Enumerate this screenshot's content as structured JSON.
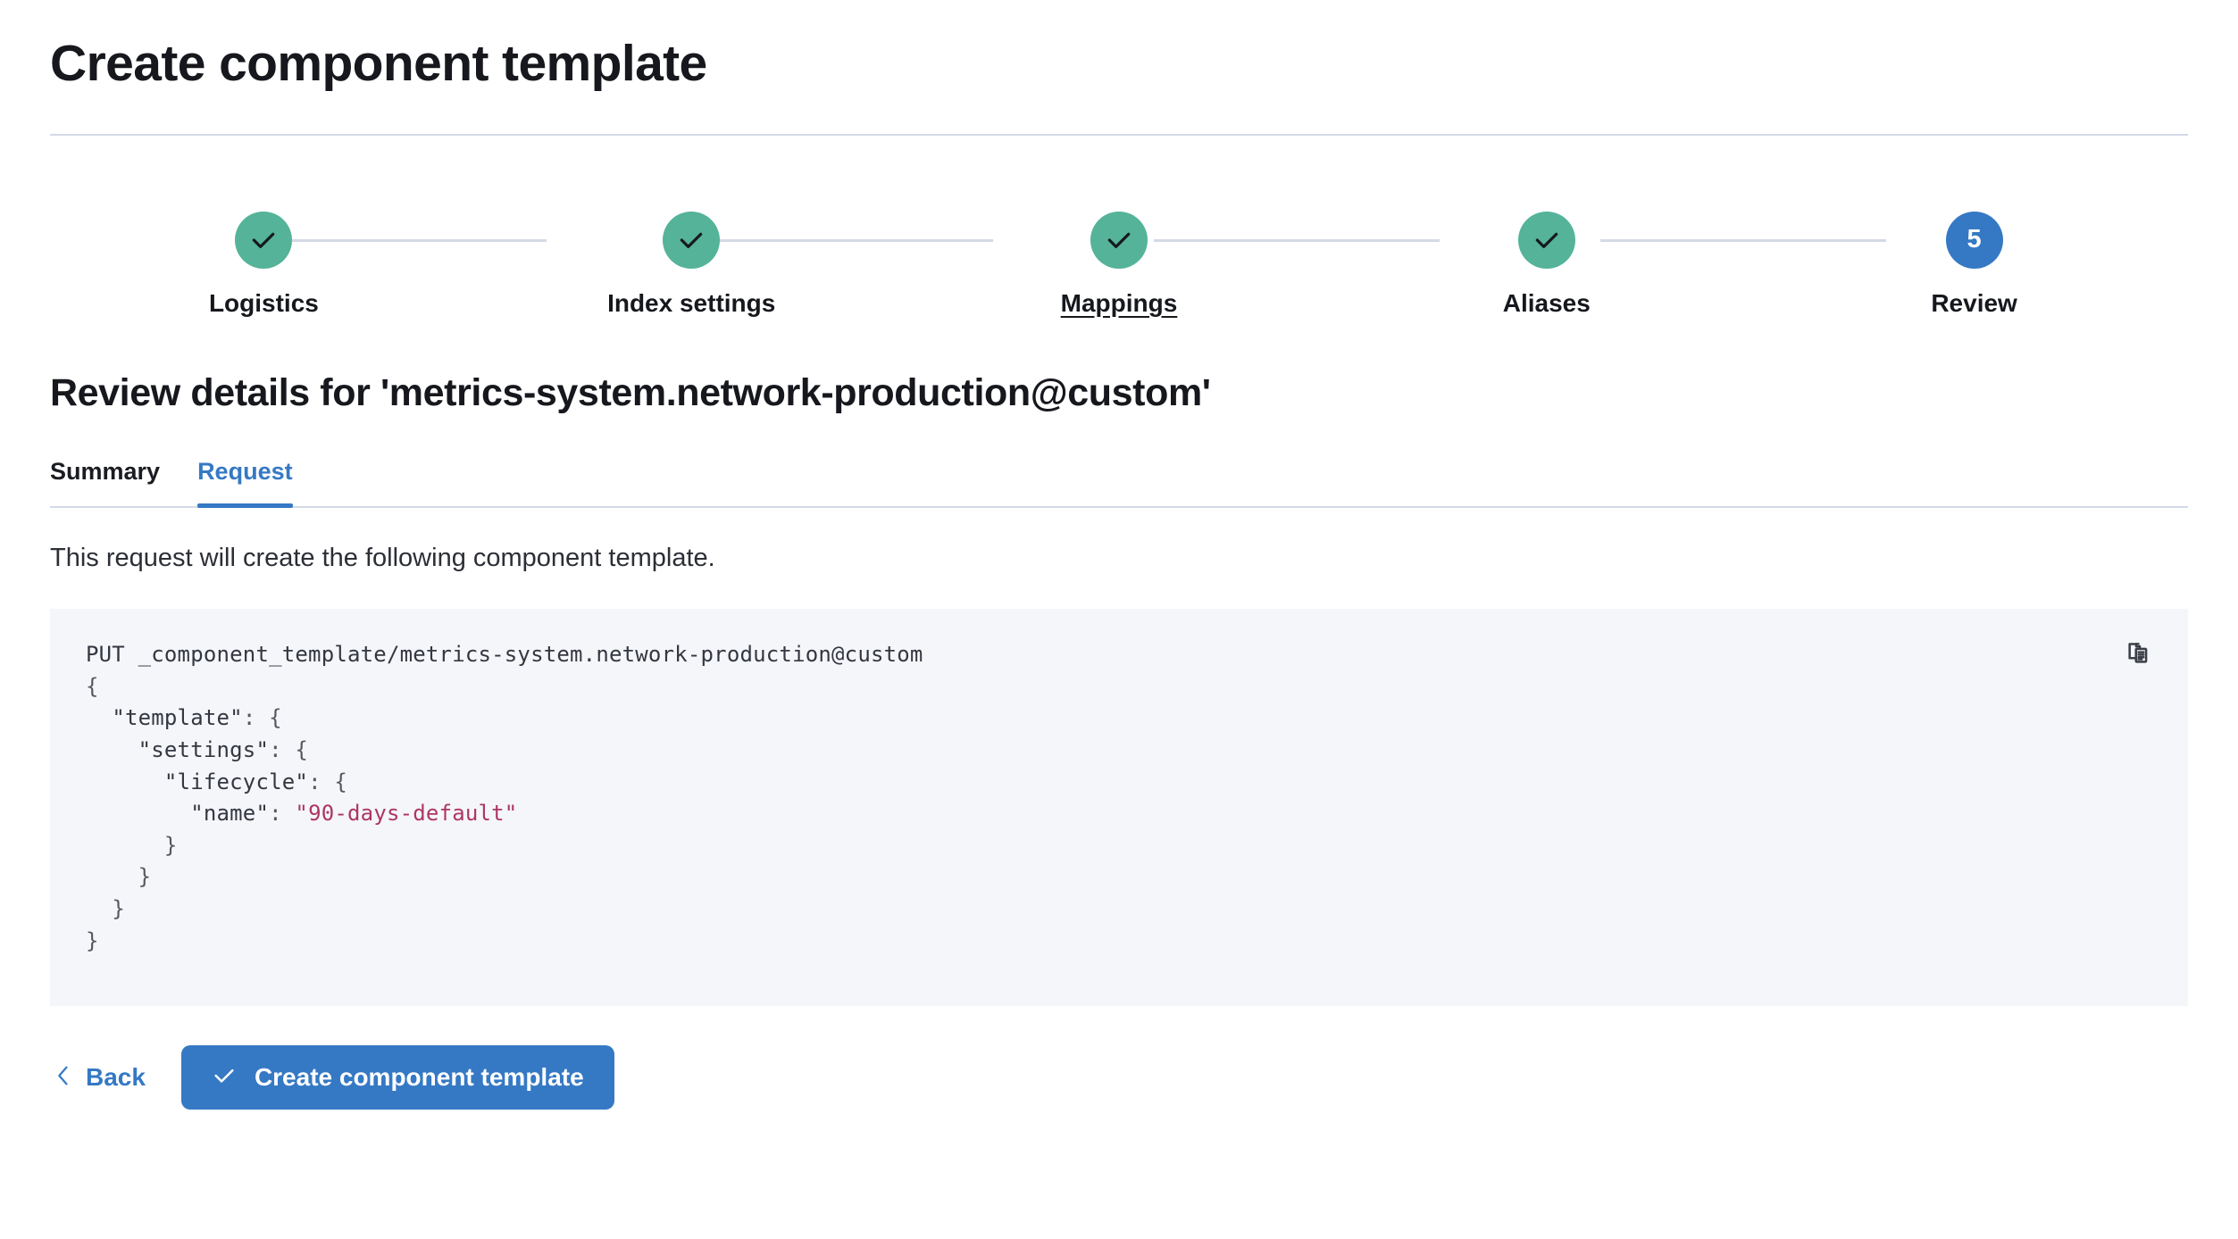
{
  "header": {
    "title": "Create component template"
  },
  "steps": [
    {
      "label": "Logistics",
      "state": "complete",
      "marker": "check",
      "underlined": false
    },
    {
      "label": "Index settings",
      "state": "complete",
      "marker": "check",
      "underlined": false
    },
    {
      "label": "Mappings",
      "state": "complete",
      "marker": "check",
      "underlined": true
    },
    {
      "label": "Aliases",
      "state": "complete",
      "marker": "check",
      "underlined": false
    },
    {
      "label": "Review",
      "state": "current",
      "marker": "5",
      "underlined": false
    }
  ],
  "review": {
    "heading": "Review details for 'metrics-system.network-production@custom'",
    "tabs": [
      {
        "label": "Summary",
        "active": false
      },
      {
        "label": "Request",
        "active": true
      }
    ],
    "description": "This request will create the following component template."
  },
  "code": {
    "method": "PUT",
    "endpoint": "_component_template/metrics-system.network-production@custom",
    "line_open_brace": "{",
    "key_template": "\"template\"",
    "key_settings": "\"settings\"",
    "key_lifecycle": "\"lifecycle\"",
    "key_name": "\"name\"",
    "value_name": "\"90-days-default\"",
    "colon_brace": ": {",
    "colon": ": ",
    "close_1": "}",
    "close_2": "}",
    "close_3": "}",
    "close_4": "}",
    "copy_label": "copy-icon"
  },
  "footer": {
    "back_label": "Back",
    "create_label": "Create component template"
  },
  "colors": {
    "complete_step": "#54b399",
    "current_step": "#3579c4",
    "primary": "#3579c4",
    "divider": "#d3dae6",
    "code_bg": "#f5f6fa",
    "code_string": "#ad3663"
  }
}
